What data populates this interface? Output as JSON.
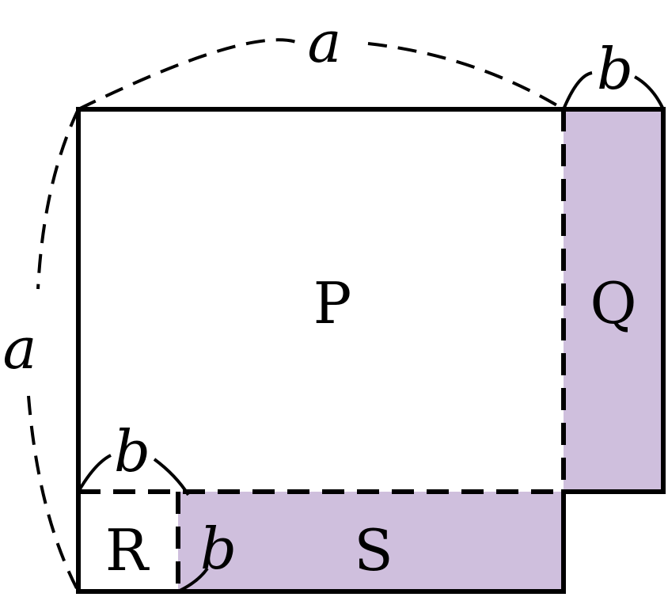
{
  "colors": {
    "shade": "#cfbfdd",
    "stroke": "#000000",
    "background": "#ffffff"
  },
  "regions": {
    "p": "P",
    "q": "Q",
    "r": "R",
    "s": "S"
  },
  "dimensions": {
    "top_a": "a",
    "left_a": "a",
    "top_right_b": "b",
    "bottom_left_b_top": "b",
    "bottom_left_b_side": "b"
  }
}
